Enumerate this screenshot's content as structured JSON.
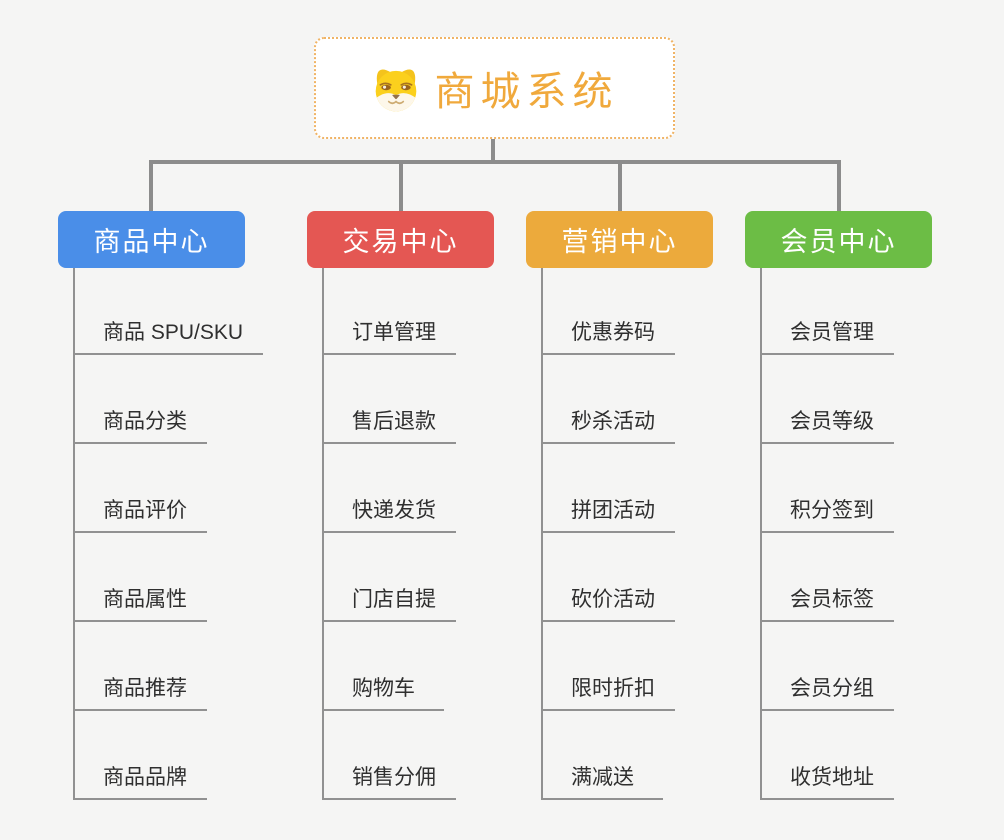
{
  "root": {
    "title": "商城系统",
    "icon": "dog-face-icon",
    "border_color": "#f0b466",
    "title_color": "#f0a93c"
  },
  "connector_color": "#8c8c8c",
  "branches": [
    {
      "label": "商品中心",
      "color": "#4a8ee8",
      "children": [
        "商品 SPU/SKU",
        "商品分类",
        "商品评价",
        "商品属性",
        "商品推荐",
        "商品品牌"
      ]
    },
    {
      "label": "交易中心",
      "color": "#e45753",
      "children": [
        "订单管理",
        "售后退款",
        "快递发货",
        "门店自提",
        "购物车",
        "销售分佣"
      ]
    },
    {
      "label": "营销中心",
      "color": "#ecaa3c",
      "children": [
        "优惠券码",
        "秒杀活动",
        "拼团活动",
        "砍价活动",
        "限时折扣",
        "满减送"
      ]
    },
    {
      "label": "会员中心",
      "color": "#6cbd45",
      "children": [
        "会员管理",
        "会员等级",
        "积分签到",
        "会员标签",
        "会员分组",
        "收货地址"
      ]
    }
  ]
}
